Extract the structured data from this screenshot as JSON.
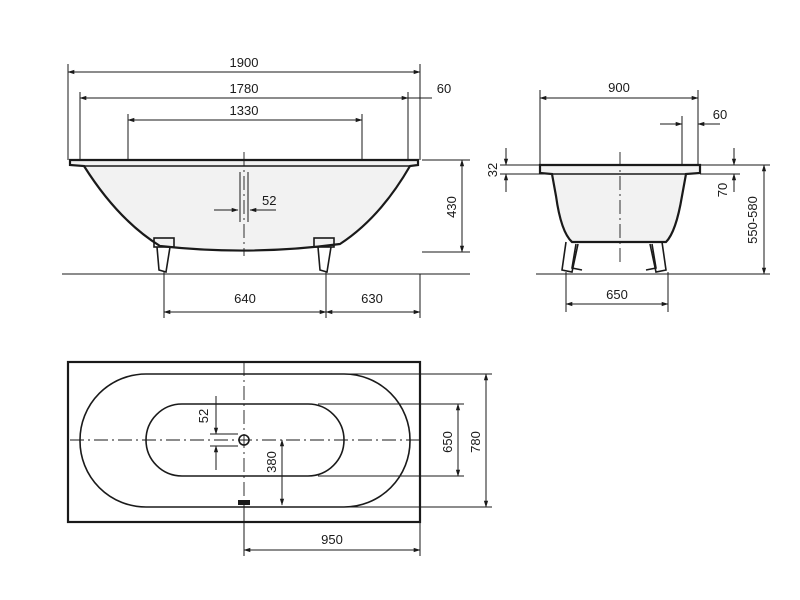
{
  "front_view": {
    "dim_1900": "1900",
    "dim_1780": "1780",
    "dim_60": "60",
    "dim_1330": "1330",
    "dim_52": "52",
    "dim_430": "430",
    "dim_640": "640",
    "dim_630": "630"
  },
  "side_view": {
    "dim_900": "900",
    "dim_60": "60",
    "dim_32": "32",
    "dim_70": "70",
    "dim_550_580": "550-580",
    "dim_650": "650"
  },
  "top_view": {
    "dim_52": "52",
    "dim_380": "380",
    "dim_650": "650",
    "dim_780": "780",
    "dim_950": "950"
  }
}
